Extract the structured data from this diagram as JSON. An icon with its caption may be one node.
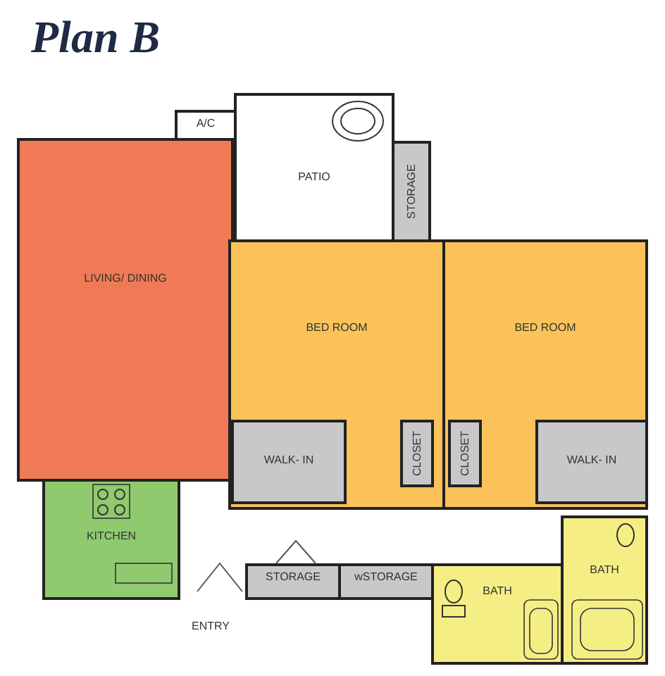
{
  "diagram": {
    "title": "Plan B",
    "nodes": [
      {
        "text": [
          "A/C"
        ]
      },
      {
        "text": [
          "PATIO"
        ]
      },
      {
        "text": [
          "STORAGE"
        ]
      },
      {
        "text": [
          "LIVING/ DINING"
        ]
      },
      {
        "text": [
          "BED ROOM"
        ]
      },
      {
        "text": [
          "BED ROOM"
        ]
      },
      {
        "text": [
          "WALK- IN"
        ],
        "in": 4
      },
      {
        "text": [
          "CLOSET"
        ],
        "in": 4
      },
      {
        "text": [
          "CLOSET"
        ],
        "in": 5
      },
      {
        "text": [
          "WALK- IN"
        ],
        "in": 5
      },
      {
        "text": [
          "KITCHEN"
        ]
      },
      {
        "text": [
          "STORAGE"
        ]
      },
      {
        "text": [
          "wSTORAGE"
        ]
      },
      {
        "text": [
          "BATH"
        ]
      },
      {
        "text": [
          "BATH"
        ]
      }
    ],
    "labels": [
      "ENTRY"
    ]
  }
}
